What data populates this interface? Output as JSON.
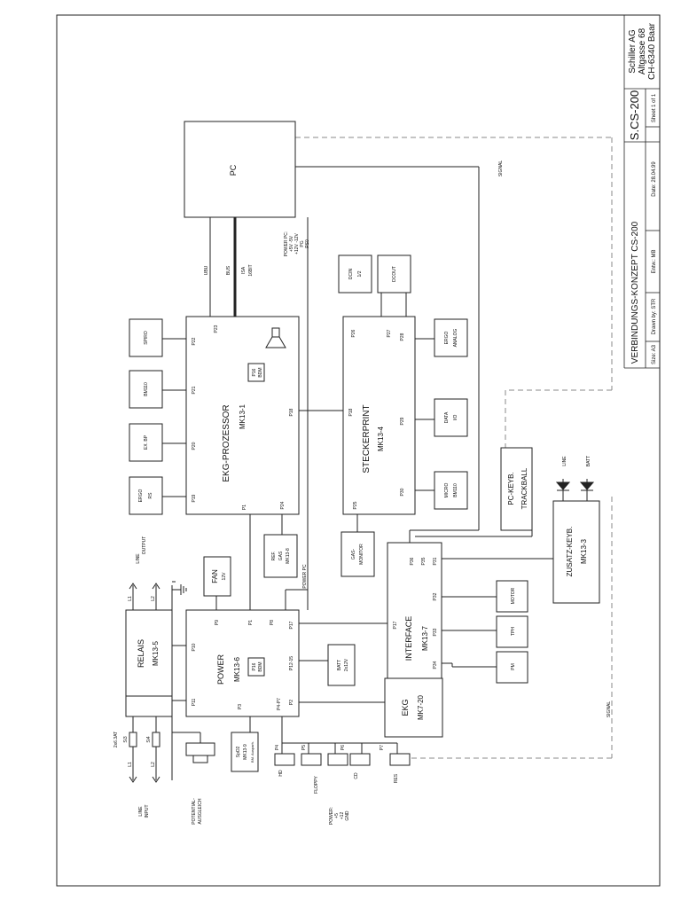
{
  "title_block": {
    "company": [
      "Schiller AG",
      "Altgasse 68",
      "CH-6340 Baar"
    ],
    "drawing_no": "S.CS-200",
    "sheet": "Sheet  1   of 1",
    "title": "VERBINDUNGS-KONZEPT CS-200",
    "date": "Date: 28.04.99",
    "entw": "Entw.: MB",
    "drawn_by": "Drawn by: STR",
    "size": "Size: A3"
  },
  "blocks": {
    "pc": {
      "label": "PC"
    },
    "ekg_proz": {
      "label": "EKG-PROZESSOR",
      "sub": "MK13-1",
      "chip": [
        "P16",
        "BDM"
      ],
      "ports": {
        "p19": "P19",
        "p20": "P20",
        "p21": "P21",
        "p22": "P22",
        "p23": "P23",
        "p18": "P18",
        "p24": "P24",
        "p1": "P1"
      }
    },
    "stecker": {
      "label": "STECKERPRINT",
      "sub": "MK13-4",
      "ports": {
        "p26": "P26",
        "p27": "P27",
        "p28": "P28",
        "p18": "P18",
        "p29": "P29",
        "p30": "P30",
        "p25": "P25"
      }
    },
    "power": {
      "label": "POWER",
      "sub": "MK13-6",
      "chip": [
        "P16",
        "BDM"
      ],
      "ports": {
        "p9": "P9",
        "p1": "P1",
        "p8": "P8",
        "p10": "P10",
        "p17": "P17",
        "p11": "P11",
        "p12_15": "P12-15",
        "p3": "P3",
        "p4_p7": "P4-P7",
        "p2": "P2"
      }
    },
    "interface": {
      "label": "INTERFACE",
      "sub": "MK13-7",
      "ports": {
        "p36": "P36",
        "p35": "P35",
        "p31": "P31",
        "p32": "P32",
        "p17": "P17",
        "p33": "P33",
        "p34": "P34"
      }
    },
    "zusatz": {
      "label": "ZUSATZ-KEYB.",
      "sub": "MK13-3"
    },
    "pc_keyb": {
      "label": "PC-KEYB.",
      "sub": "TRACKBALL"
    },
    "ekg_mk7": {
      "label": "EKG",
      "sub": "MK7-20"
    },
    "relais": {
      "label": "RELAIS",
      "sub": "MK13-5"
    },
    "ergo_rs": {
      "l1": "ERGO",
      "l2": "RS"
    },
    "ex_bp": {
      "l1": "EX. BP"
    },
    "bm110": {
      "l1": "BM110"
    },
    "spiro": {
      "l1": "SPIRO"
    },
    "dcin": {
      "l1": "DCIN",
      "l2": "1/2"
    },
    "dcout": {
      "l1": "DCOUT"
    },
    "ergo_an": {
      "l1": "ERGO",
      "l2": "ANALOG"
    },
    "data_io": {
      "l1": "DATA",
      "l2": "I/O"
    },
    "micro": {
      "l1": "MICRO",
      "l2": "BM110"
    },
    "gas_mon": {
      "l1": "GAS-",
      "l2": "MONITOR"
    },
    "ref_gas": {
      "l1": "REF.",
      "l2": "GAS",
      "l3": "MK13-8"
    },
    "fan": {
      "l1": "FAN",
      "l2": "12V"
    },
    "batt": {
      "l1": "BATT",
      "l2": "2x12V"
    },
    "spo2": {
      "l1": "SpO2",
      "l2": "MK13-9",
      "l3": "BM. Ausparh."
    },
    "motor": {
      "l1": "MOTOR"
    },
    "tph": {
      "l1": "TPH"
    },
    "pm": {
      "l1": "PM"
    }
  },
  "labels": {
    "ubu": "UBU",
    "bus": "BUS",
    "isa": "ISA",
    "isa_bits": "16BIT",
    "power_pc": [
      "POWER PC:",
      "+5V  -5V",
      "+12V -12V",
      "PG",
      "PS0"
    ],
    "power_pc2": "POWER PC",
    "signal_top": "SIGNAL",
    "signal_bottom": "SIGNAL",
    "line": "LINE",
    "batt": "BATT",
    "line_output": [
      "LINE",
      "OUTPUT"
    ],
    "line_input": [
      "LINE",
      "INPUT"
    ],
    "l1_top": "L1",
    "l2_top": "L2",
    "l1_bot": "L1",
    "l2_bot": "L2",
    "si3": "Si3",
    "si4": "Si4",
    "fuse": "2x6.3AT",
    "potential": [
      "POTENTIAL-",
      "AUSGLEICH"
    ],
    "power_legend": [
      "POWER:",
      "+5",
      "+12",
      "GND"
    ],
    "hd": "HD",
    "floppy": "FLOPPY",
    "cd": "CD",
    "res": "RES",
    "p4": "P4",
    "p5": "P5",
    "p6": "P6",
    "p7": "P7"
  }
}
